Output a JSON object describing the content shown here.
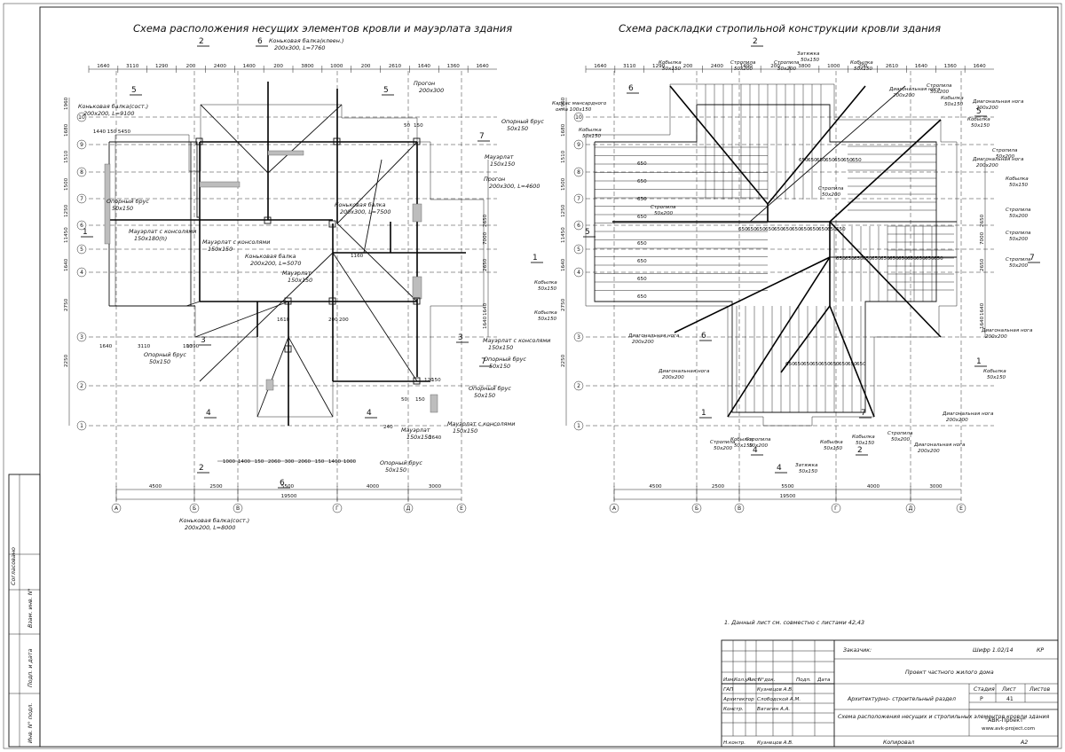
{
  "left_plan": {
    "title": "Схема расположения несущих элементов кровли и мауэрлата здания",
    "top_dims": [
      "1640",
      "3110",
      "1290",
      "200",
      "2400",
      "1400",
      "200",
      "3800",
      "1000",
      "200",
      "2610",
      "1640",
      "1360",
      "1640"
    ],
    "top_dims2": [
      "1440",
      "150",
      "5450"
    ],
    "bottom_dims": [
      "1000",
      "1400",
      "150",
      "2060",
      "300",
      "2060",
      "150",
      "1400",
      "1000"
    ],
    "axis_dims": [
      "4500",
      "2500",
      "5500",
      "4000",
      "3000"
    ],
    "total": "19500",
    "side_dims_left": [
      "1960",
      "1680",
      "1510",
      "1500",
      "1250",
      "11450",
      "1640",
      "2750",
      "2250"
    ],
    "side_dims_right": [
      "2650",
      "7000",
      "2650",
      "1640",
      "1640"
    ],
    "small_dims": [
      "1160",
      "1610",
      "200",
      "200",
      "50",
      "150",
      "120",
      "150",
      "50",
      "150",
      "1640",
      "240",
      "100",
      "1390",
      "1640",
      "3110"
    ],
    "labels": [
      {
        "t1": "Коньковая балка(клеен.)",
        "t2": "200x300, L=7760"
      },
      {
        "t1": "Коньковая балка(сост.)",
        "t2": "200x200, L=9100"
      },
      {
        "t1": "Прогон",
        "t2": "200x300"
      },
      {
        "t1": "Опорный брус",
        "t2": "50x150"
      },
      {
        "t1": "Мауэрлат",
        "t2": "150x150"
      },
      {
        "t1": "Прогон",
        "t2": "200x300, L=4600"
      },
      {
        "t1": "Опорный брус",
        "t2": "50x150"
      },
      {
        "t1": "Коньковая балка",
        "t2": "200x300, L=7500"
      },
      {
        "t1": "Мауэрлат с консолями",
        "t2": "150x180(h)"
      },
      {
        "t1": "Мауэрлат с консолями",
        "t2": "150x150"
      },
      {
        "t1": "Коньковая балка",
        "t2": "200x200, L=5070"
      },
      {
        "t1": "Мауэрлат",
        "t2": "150x150"
      },
      {
        "t1": "Опорный брус",
        "t2": "50x150"
      },
      {
        "t1": "Мауэрлат с консолями",
        "t2": "150x150"
      },
      {
        "t1": "Опорный брус",
        "t2": "50x150"
      },
      {
        "t1": "Опорный брус",
        "t2": "50x150"
      },
      {
        "t1": "Мауэрлат с консолями",
        "t2": "150x150"
      },
      {
        "t1": "Мауэрлат",
        "t2": "150x150"
      },
      {
        "t1": "Опорный брус",
        "t2": "50x150"
      },
      {
        "t1": "Коньковая балка(сост.)",
        "t2": "200x200, L=8000"
      }
    ]
  },
  "right_plan": {
    "title": "Схема раскладки стропильной конструкции кровли здания",
    "rafter_spacing": "650",
    "labels": [
      {
        "t1": "Кобылка",
        "t2": "50x150"
      },
      {
        "t1": "Стропила",
        "t2": "50x200"
      },
      {
        "t1": "Стропила",
        "t2": "50x200"
      },
      {
        "t1": "Затяжка",
        "t2": "50x150"
      },
      {
        "t1": "Кобылка",
        "t2": "50x150"
      },
      {
        "t1": "Диагональная нога",
        "t2": "200x200"
      },
      {
        "t1": "Стропила",
        "t2": "50x200"
      },
      {
        "t1": "Кобылка",
        "t2": "50x150"
      },
      {
        "t1": "Диагональная нога",
        "t2": "200x200"
      },
      {
        "t1": "Каркас мансардного",
        "t2": "окна 100x150"
      },
      {
        "t1": "Кобылка",
        "t2": "50x150"
      },
      {
        "t1": "Кобылка",
        "t2": "50x150"
      },
      {
        "t1": "Стропила",
        "t2": "50x200"
      },
      {
        "t1": "Диагональная нога",
        "t2": "200x200"
      },
      {
        "t1": "Кобылка",
        "t2": "50x150"
      },
      {
        "t1": "Стропила",
        "t2": "50x200"
      },
      {
        "t1": "Стропила",
        "t2": "50x200"
      },
      {
        "t1": "Стропила",
        "t2": "50x200"
      },
      {
        "t1": "Стропила",
        "t2": "50x200"
      },
      {
        "t1": "Стропила",
        "t2": "50x200"
      },
      {
        "t1": "Кобылка",
        "t2": "50x150"
      },
      {
        "t1": "Кобылка",
        "t2": "50x150"
      },
      {
        "t1": "Диагональная нога",
        "t2": "200x200"
      },
      {
        "t1": "Диагональная нога",
        "t2": "200x200"
      },
      {
        "t1": "Диагональная нога",
        "t2": "200x200"
      },
      {
        "t1": "Кобылка",
        "t2": "50x150"
      },
      {
        "t1": "Диагональная нога",
        "t2": "200x200"
      },
      {
        "t1": "Стропила",
        "t2": "50x200"
      },
      {
        "t1": "Кобылка",
        "t2": "50x150"
      },
      {
        "t1": "Стропила",
        "t2": "50x200"
      },
      {
        "t1": "Затяжка",
        "t2": "50x150"
      },
      {
        "t1": "Кобылка",
        "t2": "50x150"
      },
      {
        "t1": "Диагональная нога",
        "t2": "200x200"
      },
      {
        "t1": "Стропила",
        "t2": "50x200"
      },
      {
        "t1": "Кобылка",
        "t2": "50x150"
      }
    ]
  },
  "axes": {
    "cols": [
      "A",
      "Б",
      "В",
      "Г",
      "Д",
      "Е"
    ],
    "rows": [
      "10",
      "9",
      "8",
      "7",
      "6",
      "5",
      "4",
      "3",
      "2",
      "1"
    ]
  },
  "section_marks": [
    "2",
    "6",
    "5",
    "5",
    "7",
    "1",
    "1",
    "3",
    "3",
    "7",
    "4",
    "4",
    "2",
    "6",
    "2",
    "6",
    "5",
    "5",
    "7",
    "1",
    "1",
    "7",
    "4",
    "4",
    "6",
    "2"
  ],
  "note": "1. Данный лист см. совместно с листами 42,43",
  "title_block": {
    "customer": "Заказчик:",
    "code": "Шифр 1.02/14",
    "kind": "КР",
    "project": "Проект частного жилого дома",
    "section": "Архитектурно- строительный раздел",
    "sheet_title": "Схема расположения несущих и стропильных элементов кровли здания",
    "stage_hdr": "Стадия",
    "sheet_hdr": "Лист",
    "sheets_hdr": "Листов",
    "stage": "Р",
    "sheet": "41",
    "company": "\"АВК-Проект\"",
    "site": "www.avk-project.com",
    "copied": "Копировал",
    "format": "A2",
    "head": [
      "Изм.",
      "Кол.уч.",
      "Лист",
      "N°док.",
      "Подп.",
      "Дата"
    ],
    "people": [
      {
        "role": "ГАП",
        "name": "Кузнецов А.В."
      },
      {
        "role": "Архитектор",
        "name": "Слободской А.М."
      },
      {
        "role": "Констр.",
        "name": "Ватагин А.А."
      },
      {
        "role": "",
        "name": ""
      },
      {
        "role": "",
        "name": ""
      },
      {
        "role": "Н.контр.",
        "name": "Кузнецов А.В."
      }
    ]
  },
  "left_stamp": [
    "Согласовано",
    "Взам. инв. N°",
    "Подп. и дата",
    "Инв. N° подл."
  ]
}
